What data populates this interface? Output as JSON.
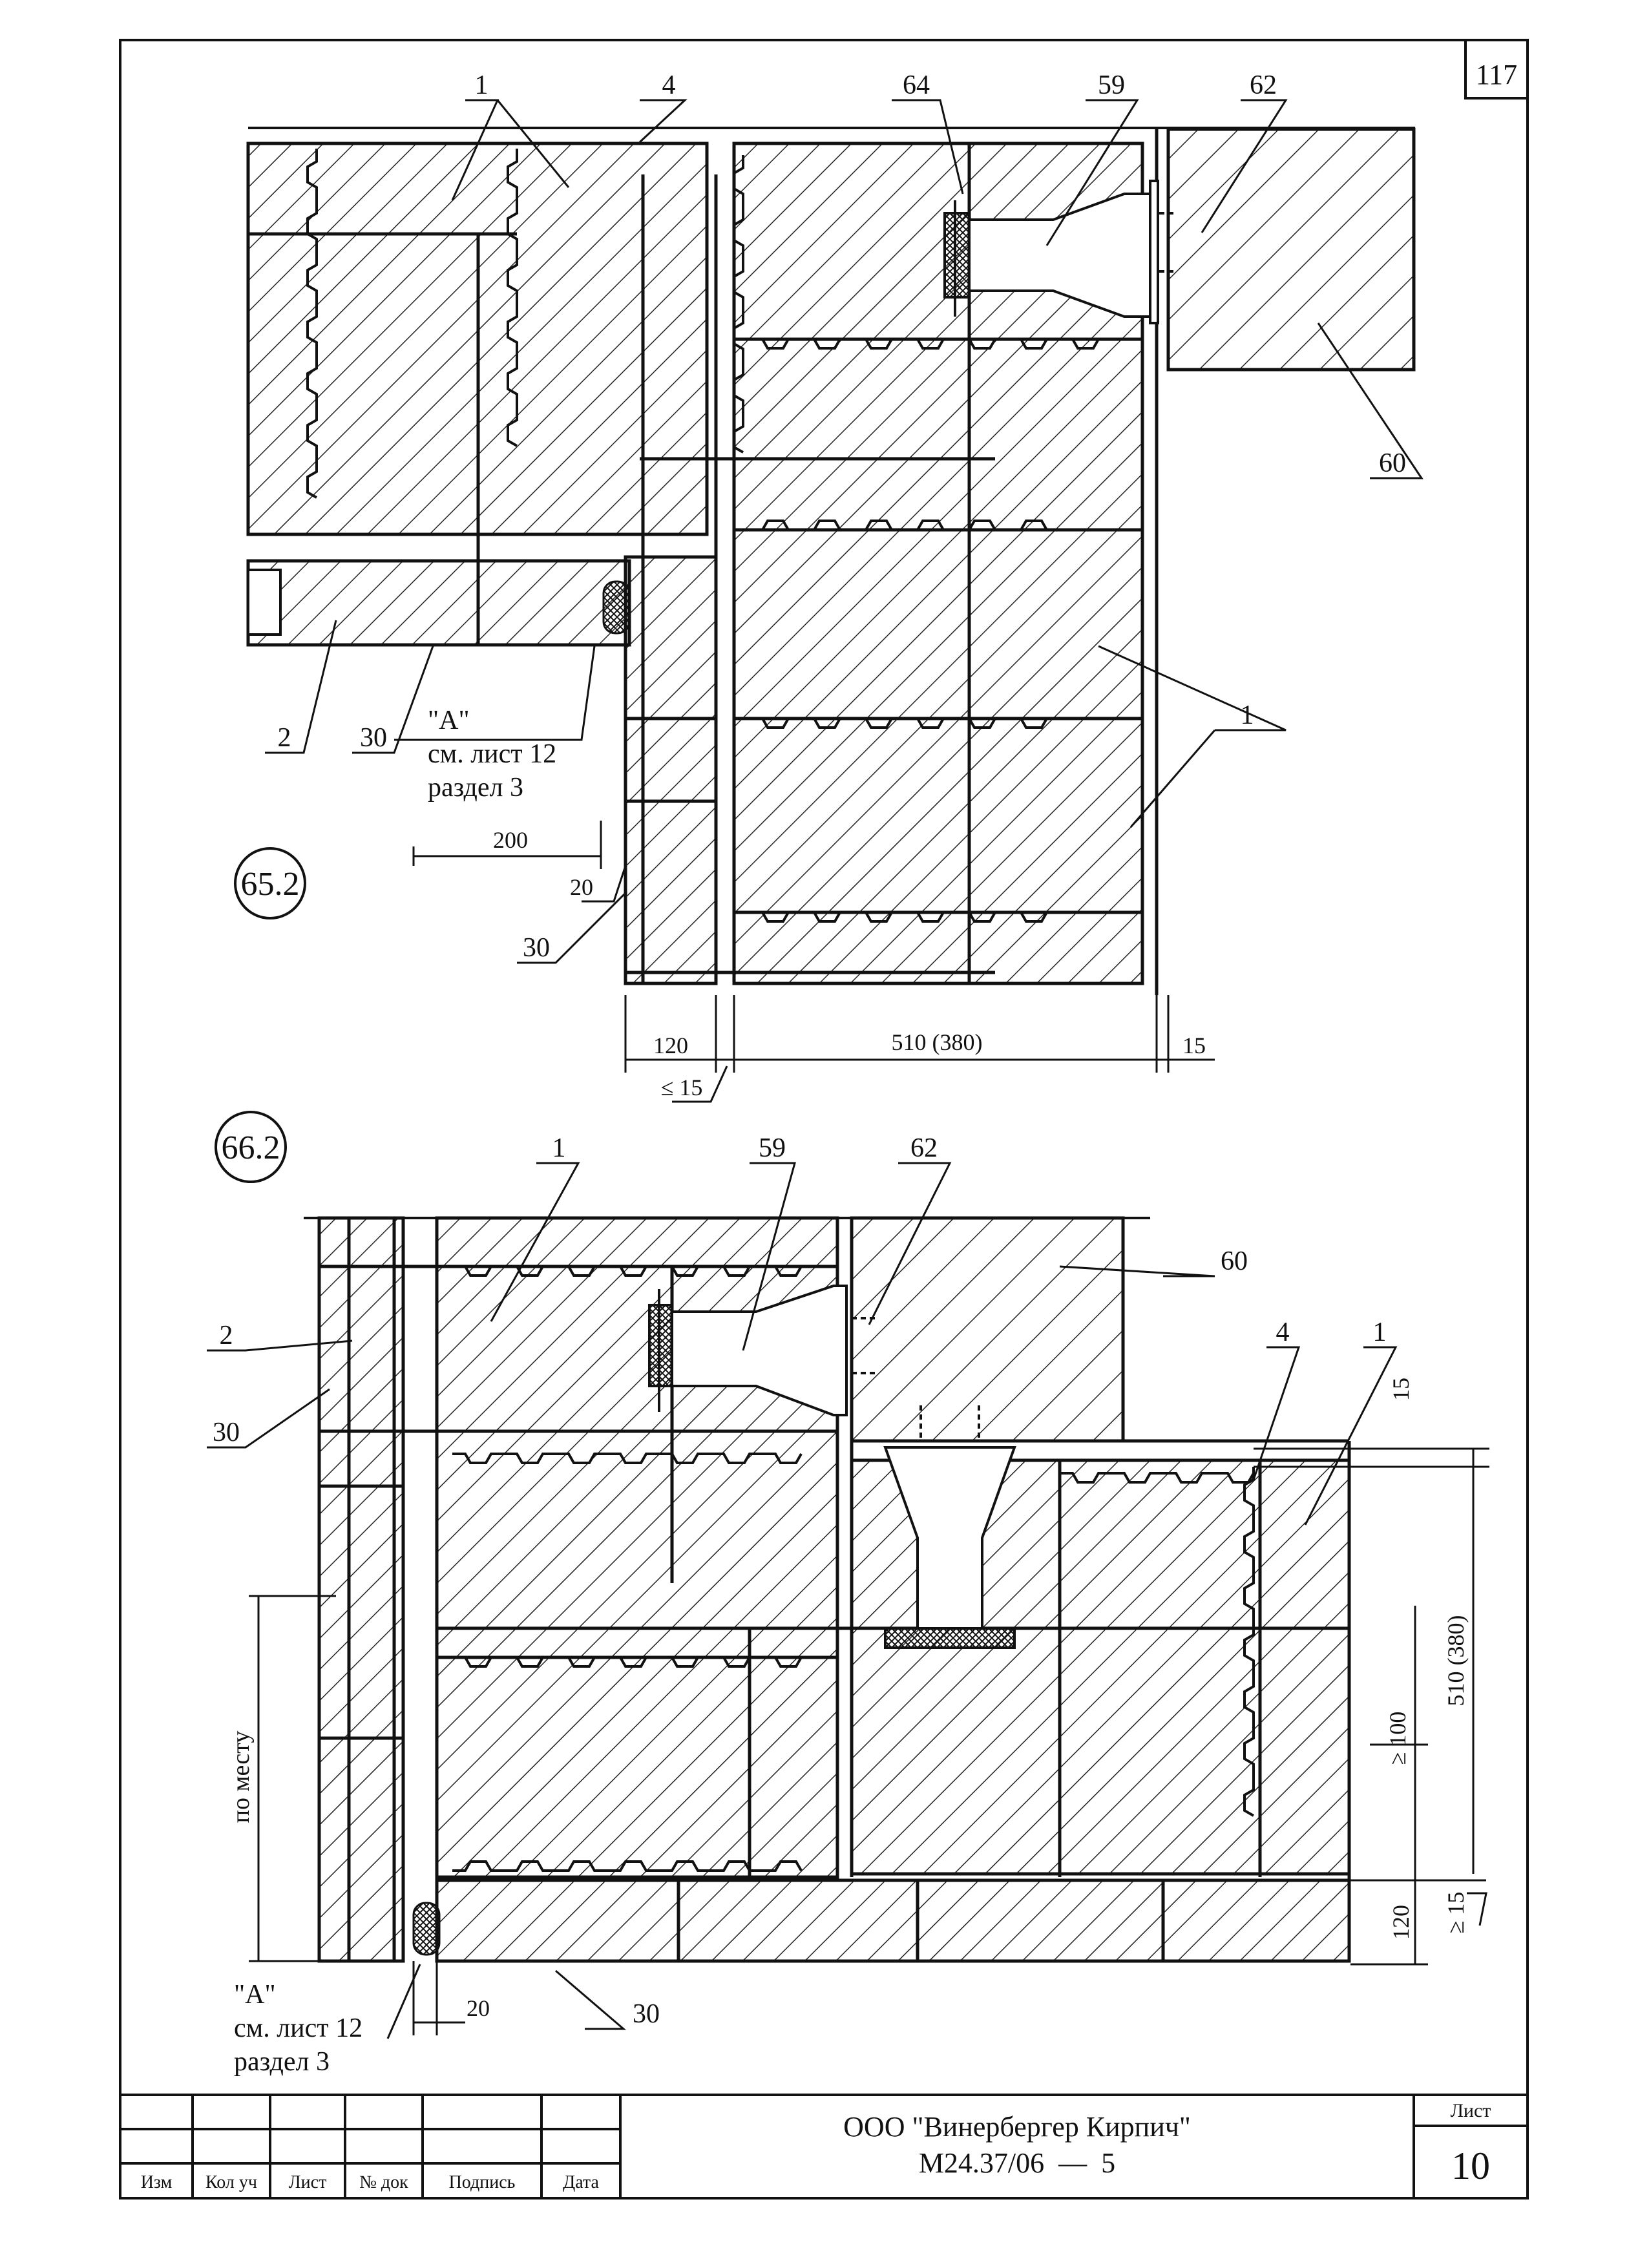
{
  "sheet_number_top": "117",
  "views": {
    "v65": {
      "id": "65.2",
      "callouts": {
        "c1a": "1",
        "c4": "4",
        "c64": "64",
        "c59": "59",
        "c62": "62",
        "c60": "60",
        "c1b": "1",
        "c2": "2",
        "c30a": "30",
        "c30b": "30"
      },
      "detail_note": {
        "ref": "\"A\"",
        "line1": "см. лист 12",
        "line2": "раздел 3"
      },
      "dims": {
        "d200": "200",
        "d20": "20",
        "d120": "120",
        "d510": "510 (380)",
        "d15": "15",
        "dle15": "≤ 15"
      }
    },
    "v66": {
      "id": "66.2",
      "callouts": {
        "c1a": "1",
        "c59": "59",
        "c62": "62",
        "c60": "60",
        "c2": "2",
        "c30a": "30",
        "c4": "4",
        "c1b": "1",
        "c30b": "30"
      },
      "detail_note": {
        "ref": "\"A\"",
        "line1": "см. лист 12",
        "line2": "раздел 3"
      },
      "dims": {
        "d15": "15",
        "d510": "510 (380)",
        "dge100": "≥ 100",
        "d120": "120",
        "dge15": "≥ 15",
        "d20": "20",
        "po_mestu": "по месту"
      }
    }
  },
  "title_block": {
    "company": "ООО \"Винербергер Кирпич\"",
    "code": "М24.37/06  —  5",
    "sheet_label": "Лист",
    "sheet_number": "10",
    "columns": [
      "Изм",
      "Кол уч",
      "Лист",
      "№ док",
      "Подпись",
      "Дата"
    ]
  }
}
